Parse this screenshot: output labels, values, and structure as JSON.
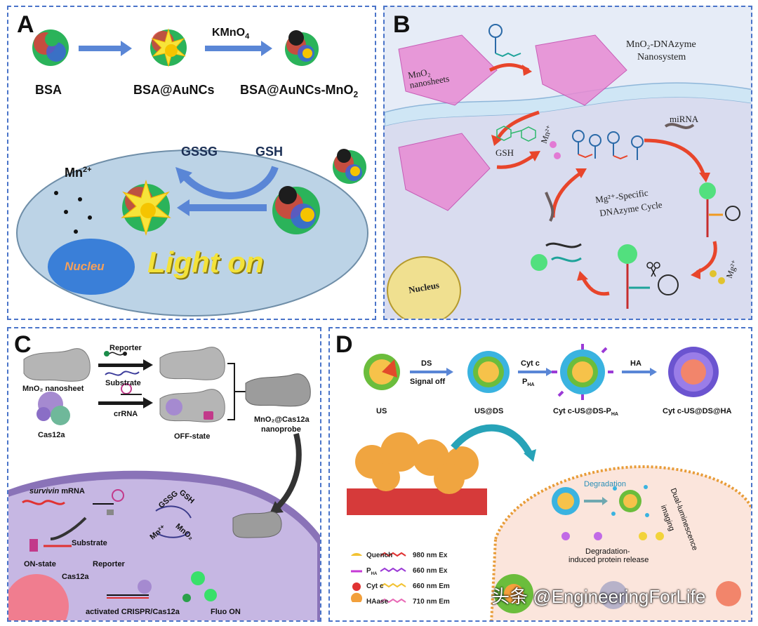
{
  "panel_a": {
    "label": "A",
    "bsa": "BSA",
    "bsa_aunc": "BSA@AuNCs",
    "kmno4": "KMnO",
    "kmno4_sub": "4",
    "bsa_aunc_mno2": "BSA@AuNCs-MnO",
    "mno2_sub": "2",
    "gssg": "GSSG",
    "gsh": "GSH",
    "mn2": "Mn",
    "mn2_sup": "2+",
    "nucleu": "Nucleu",
    "light_on": "Light on"
  },
  "panel_b": {
    "label": "B",
    "mno2_nanosheets": "MnO₂ nanosheets",
    "mno2_dnazyme": "MnO₂-DNAzyme",
    "nanosystem": "Nanosystem",
    "gsh": "GSH",
    "mn2": "Mn²⁺",
    "mirna": "miRNA",
    "mg_specific": "Mg²⁺-Specific",
    "dnazyme_cycle": "DNAzyme Cycle",
    "mg2": "Mg²⁺",
    "nucleus": "Nucleus"
  },
  "panel_c": {
    "label": "C",
    "mno2_nanosheet": "MnO₂ nanosheet",
    "reporter": "Reporter",
    "substrate": "Substrate",
    "crrna": "crRNA",
    "cas12a": "Cas12a",
    "off_state": "OFF-state",
    "nanoprobe_1": "MnO₂@Cas12a",
    "nanoprobe_2": "nanoprobe",
    "survivin": "survivin",
    "mrna": " mRNA",
    "gssg": "GSSG",
    "gsh": "GSH",
    "mn2": "Mn²⁺",
    "mno2": "MnO₂",
    "on_state": "ON-state",
    "substrate2": "Substrate",
    "reporter2": "Reporter",
    "cas12a2": "Cas12a",
    "activated": "activated CRISPR/Cas12a",
    "fluo_on": "Fluo ON"
  },
  "panel_d": {
    "label": "D",
    "ds": "DS",
    "signal_off": "Signal off",
    "cytc": "Cyt c",
    "p_ha": "P",
    "p_ha_sub": "HA",
    "ha": "HA",
    "us": "US",
    "us_ds": "US@DS",
    "cytc_us_ds_pha": "Cyt c-US@DS-P",
    "cytc_us_ds_ha": "Cyt c-US@DS@HA",
    "degradation": "Degradation",
    "dual_1": "Dual-luminescence",
    "dual_2": "imaging",
    "deg_release_1": "Degradation-",
    "deg_release_2": "induced protein release",
    "legend": [
      {
        "left": "Quench",
        "right": "980 nm Ex"
      },
      {
        "left": "P",
        "left_sub": "HA",
        "right": "660 nm Ex"
      },
      {
        "left": "Cyt c",
        "right": "660 nm Em"
      },
      {
        "left": "HAase",
        "right": "710 nm Em"
      }
    ]
  },
  "watermark": "头条 @EngineeringForLife",
  "colors": {
    "frame": "#4a74c9",
    "cell": "#b9d4e8",
    "nucleus": "#3a7fd8",
    "light_on": "#f3e23a",
    "magenta": "#d63cc0",
    "arrow_red": "#e8452b",
    "arrow_blue": "#5a86d6"
  }
}
